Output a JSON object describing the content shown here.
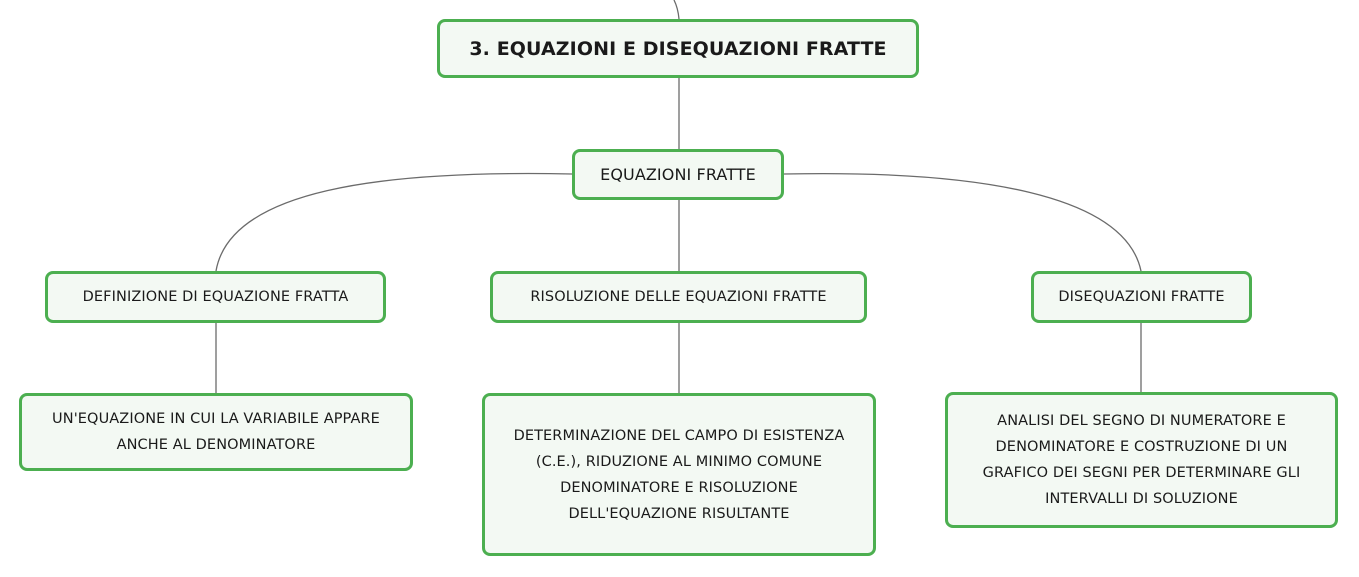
{
  "diagram": {
    "root": {
      "label": "3. EQUAZIONI E DISEQUAZIONI FRATTE"
    },
    "center": {
      "label": "EQUAZIONI FRATTE"
    },
    "branches": [
      {
        "label": "DEFINIZIONE DI EQUAZIONE FRATTA",
        "detail": [
          "UN'EQUAZIONE IN CUI LA VARIABILE APPARE",
          "ANCHE AL DENOMINATORE"
        ]
      },
      {
        "label": "RISOLUZIONE DELLE EQUAZIONI FRATTE",
        "detail": [
          "DETERMINAZIONE DEL CAMPO DI ESISTENZA",
          "(C.E.), RIDUZIONE AL MINIMO COMUNE",
          "DENOMINATORE E RISOLUZIONE",
          "DELL'EQUAZIONE RISULTANTE"
        ]
      },
      {
        "label": "DISEQUAZIONI FRATTE",
        "detail": [
          "ANALISI DEL SEGNO DI NUMERATORE E",
          "DENOMINATORE E COSTRUZIONE DI UN",
          "GRAFICO DEI SEGNI PER DETERMINARE GLI",
          "INTERVALLI DI SOLUZIONE"
        ]
      }
    ],
    "colors": {
      "node_border": "#4caf50",
      "node_fill": "#f3f9f3",
      "connector": "#6b6b6b",
      "text": "#1a1a1a"
    }
  }
}
